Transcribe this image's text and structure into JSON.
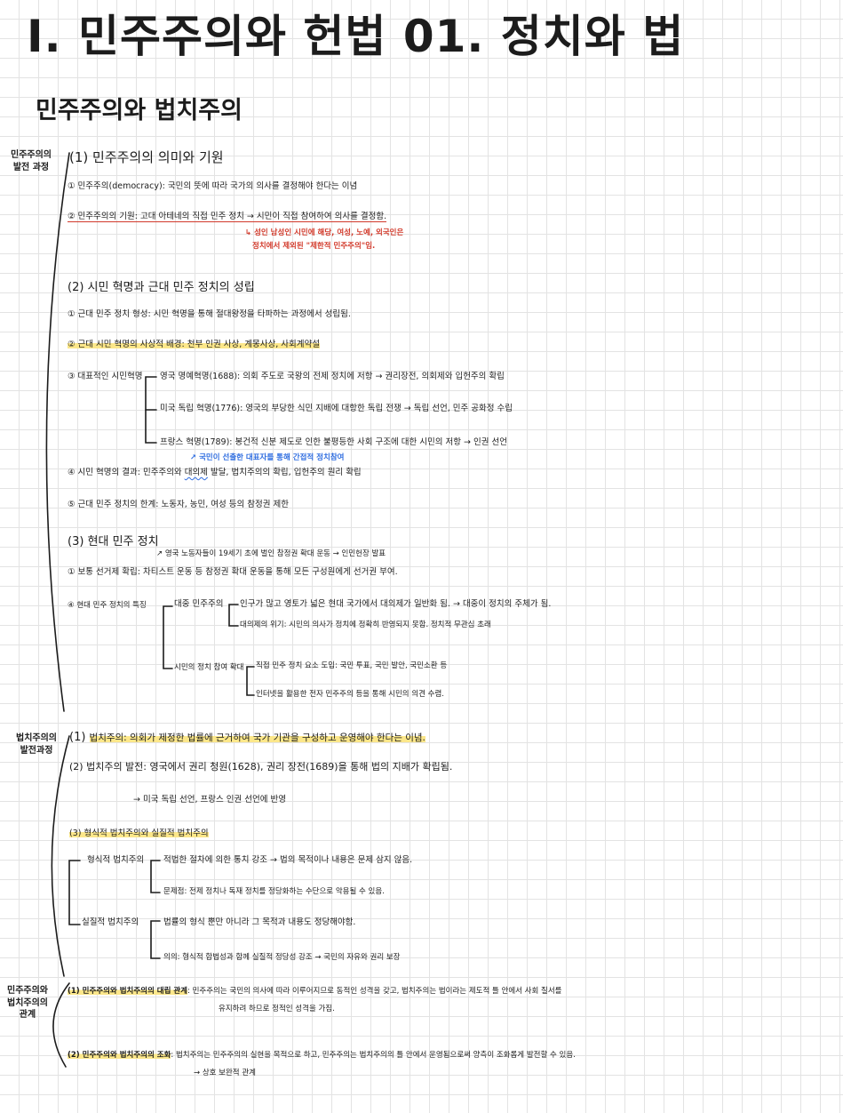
{
  "title": "I. 민주주의와 헌법   01. 정치와 법",
  "subtitle": "민주주의와 법치주의",
  "sections": {
    "democracy": {
      "side_label": "민주주의의 발전 과정",
      "s1": {
        "heading": "(1) 민주주의의 의미와 기원",
        "i1": "① 민주주의(democracy): 국민의 뜻에 따라 국가의 의사를 결정해야 한다는 이념",
        "i2": "② 민주주의의 기원: 고대 아테네의 직접 민주 정치 → 시민이 직접 참여하여 의사를 결정함.",
        "i2_note1": "↳ 성인 남성인 시민에 해당, 여성, 노예, 외국인은",
        "i2_note2": "정치에서 제외된 \"제한적 민주주의\"임."
      },
      "s2": {
        "heading": "(2) 시민 혁명과 근대 민주 정치의 성립",
        "i1": "① 근대 민주 정치 형성: 시민 혁명을 통해 절대왕정을 타파하는 과정에서 성립됨.",
        "i2": "② 근대 시민 혁명의 사상적 배경: 천부 인권 사상, 계몽사상, 사회계약설",
        "i3_label": "③ 대표적인 시민혁명",
        "i3_a": "영국 명예혁명(1688): 의회 주도로 국왕의 전제 정치에 저항 → 권리장전, 의회제와 입헌주의 확립",
        "i3_b": "미국 독립 혁명(1776): 영국의 부당한 식민 지배에 대항한 독립 전쟁 → 독립 선언, 민주 공화정 수립",
        "i3_c": "프랑스 혁명(1789): 봉건적 신분 제도로 인한 불평등한 사회 구조에 대한 시민의 저항 → 인권 선언",
        "i4_note": "↗ 국민이 선출한 대표자를 통해 간접적 정치참여",
        "i4_pre": "④ 시민 혁명의 결과: 민주주의와 ",
        "i4_wavy": "대의제",
        "i4_post": " 발달, 법치주의의 확립, 입헌주의 원리 확립",
        "i5": "⑤ 근대 민주 정치의 한계: 노동자, 농민, 여성 등의 참정권 제한"
      },
      "s3": {
        "heading": "(3) 현대 민주 정치",
        "i1_note": "↗ 영국 노동자들이 19세기 초에 벌인 참정권 확대 운동 → 인민헌장 발표",
        "i1": "① 보통 선거제 확립: 차티스트 운동 등 참정권 확대 운동을 통해 모든 구성원에게 선거권 부여.",
        "i4_label": "④ 현대 민주 정치의 특징",
        "mass_label": "대중 민주주의",
        "mass_a": "인구가 많고 영토가 넓은 현대 국가에서 대의제가 일반화 됨. → 대중이 정치의 주체가 됨.",
        "mass_b": "대의제의 위기: 시민의 의사가 정치에 정확히 반영되지 못함. 정치적 무관심 초래",
        "part_label": "시민의 정치 참여 확대",
        "part_a": "직접 민주 정치 요소 도입: 국민 투표, 국민 발안, 국민소환 등",
        "part_b": "인터넷을 활용한 전자 민주주의 등을 통해 시민의 의견 수렴."
      }
    },
    "rule_of_law": {
      "side_label": "법치주의의 발전과정",
      "i1_head": "(1) ",
      "i1_hl": "법치주의: 의회가 제정한 법률에 근거하여 국가 기관을 구성하고 운영해야 한다는 이념.",
      "i2": "(2) 법치주의 발전: 영국에서 권리 청원(1628), 권리 장전(1689)을 통해 법의 지배가 확립됨.",
      "i2_sub": "→ 미국 독립 선언, 프랑스 인권 선언에 반영",
      "i3": "(3) 형식적 법치주의와 실질적 법치주의",
      "formal_label": "형식적 법치주의",
      "formal_a": "적법한 절차에 의한 통치 강조 → 법의 목적이나 내용은 문제 삼지 않음.",
      "formal_b": "문제점: 전제 정치나 독재 정치를 정당화하는 수단으로 악용될 수 있음.",
      "subst_label": "실질적 법치주의",
      "subst_a": "법률의 형식 뿐만 아니라 그 목적과 내용도 정당해야함.",
      "subst_b": "의의: 형식적 합법성과 함께 실질적 정당성 강조 → 국민의 자유와 권리 보장"
    },
    "relation": {
      "side_label": "민주주의와 법치주의의 관계",
      "i1_hl": "(1) 민주주의와 법치주의의 대립 관계",
      "i1_text": ": 민주주의는 국민의 의사에 따라 이루어지므로 동적인 성격을 갖고, 법치주의는 법이라는 제도적 틀 안에서 사회 질서를",
      "i1_text2": "유지하려 하므로 정적인 성격을 가짐.",
      "i2_hl": "(2) 민주주의와 법치주의의 조화",
      "i2_text": ": 법치주의는 민주주의의 실현을 목적으로 하고, 민주주의는 법치주의의 틀 안에서 운영됨으로써 양측이 조화롭게 발전할 수 있음.",
      "i2_sub": "→ 상호 보완적 관계"
    }
  }
}
